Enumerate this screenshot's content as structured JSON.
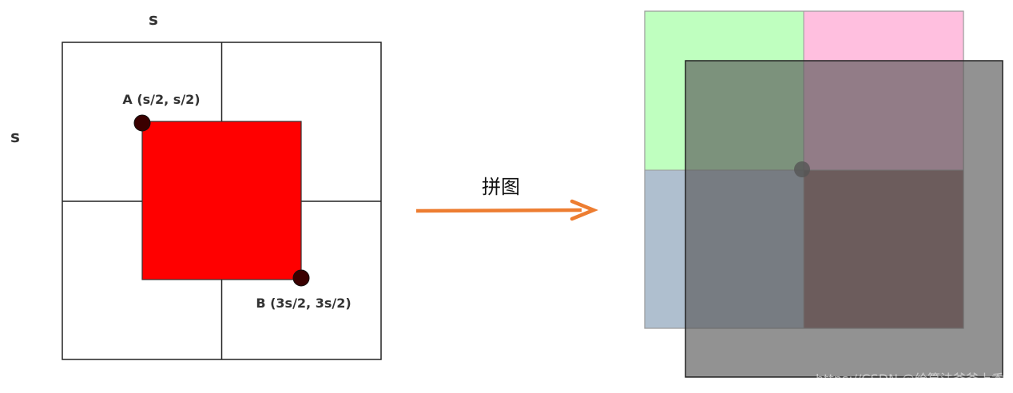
{
  "left_diagram": {
    "top_dim_label": "s",
    "side_dim_label": "s",
    "point_a_label": "A (s/2, s/2)",
    "point_b_label": "B (3s/2, 3s/2)",
    "grid_color": "#222222",
    "crop_color": "#ff0000",
    "point_color": "#3a0000"
  },
  "arrow": {
    "label": "拼图",
    "color": "#ed7d31"
  },
  "right_diagram": {
    "tile_colors": {
      "top_left": "#bfffbf",
      "top_right": "#ffbfdf",
      "bottom_left": "#afbfcf",
      "bottom_right": "#8f6060",
      "overlay": "#5a5a5a"
    },
    "center_point_color": "#555555"
  },
  "watermark": {
    "text": "https://CSDN @给算法爸爸上香"
  }
}
